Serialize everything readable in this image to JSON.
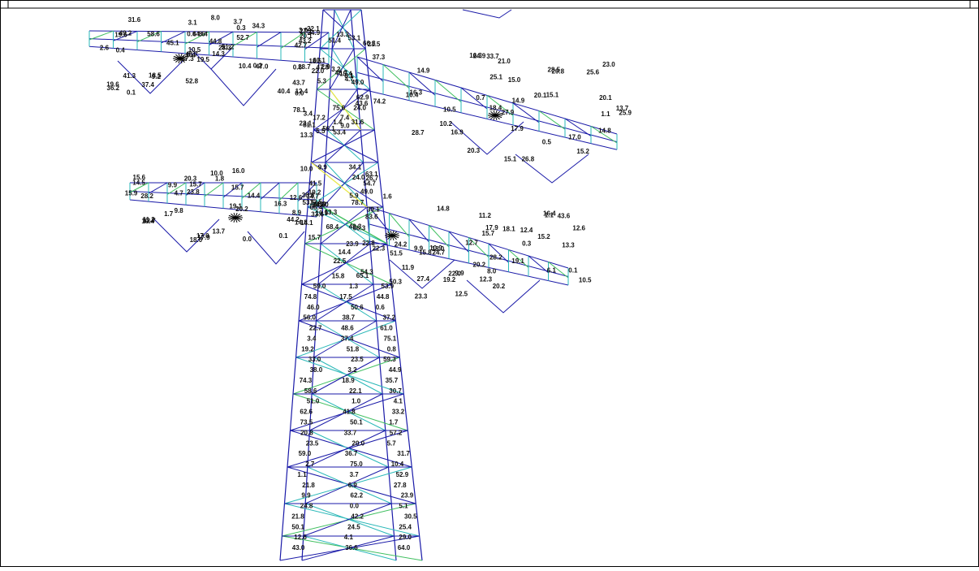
{
  "colors": {
    "tower": "#1a1aa8",
    "member_low": "#2ab8b8",
    "member_mid": "#3fbf5f",
    "member_high": "#e8e84a",
    "frame": "#000000",
    "text": "#111111"
  },
  "labels": {
    "top_left_arm": [
      "19.5",
      "19.6",
      "0.4",
      "19.6",
      "28.3",
      "9.2",
      "3.7",
      "8.4",
      "0.3",
      "14.3",
      "31.6",
      "12.4",
      "0.4",
      "3.0",
      "27.3",
      "52.7",
      "0.1",
      "0.6",
      "44.8",
      "41.3",
      "45.1",
      "36.2",
      "37.4",
      "44.6",
      "51.2",
      "47.0",
      "49.2",
      "3.1",
      "2.6",
      "10.4",
      "43.2",
      "48.7",
      "52.8",
      "10.5",
      "58.6",
      "34.3",
      "18.5",
      "40.4",
      "43.7",
      "0.2",
      "8.0"
    ],
    "top_center": [
      "2.9",
      "22.0",
      "24.0",
      "5.5",
      "0.6",
      "8.1",
      "13.3",
      "1.4",
      "4.7",
      "3.4",
      "37.3",
      "42.7",
      "43.6",
      "31.6",
      "17.2",
      "24.9",
      "27.1",
      "7.4",
      "21.5",
      "13.3",
      "5.3",
      "28.7",
      "60.1",
      "66.8",
      "22.1",
      "53.1",
      "51.4",
      "46.7",
      "78.1",
      "75.6",
      "56.1",
      "62.9",
      "47.8",
      "23.1",
      "20.1",
      "18.5",
      "0.0",
      "3.2",
      "9.0",
      "15.4",
      "81.1",
      "49.0",
      "74.2",
      "53.4"
    ],
    "top_right_arm": [
      "20.1",
      "17.9",
      "15.2",
      "26.8",
      "0.5",
      "21.0",
      "25.9",
      "15.1",
      "17.0",
      "14.9",
      "14.8",
      "16.3",
      "15.1",
      "28.5",
      "29.8",
      "10.5",
      "16.3",
      "13.7",
      "10.4",
      "10.2",
      "16.9",
      "20.3",
      "20.1",
      "25.6",
      "0.7",
      "1.1",
      "14.9",
      "15.0",
      "18.4",
      "24.9",
      "28.7",
      "27.9",
      "23.0",
      "25.1",
      "33.7"
    ],
    "mid_left_arm": [
      "10.4",
      "10.0",
      "15.7",
      "15.7",
      "16.3",
      "1.7",
      "15.7",
      "17.9",
      "12.6",
      "14.5",
      "12.7",
      "0.0",
      "4.7",
      "20.3",
      "10.9",
      "44.2",
      "9.8",
      "11.2",
      "13.3",
      "23.8",
      "20.2",
      "28.2",
      "14.8",
      "19.1",
      "14.4",
      "15.6",
      "17.0",
      "0.1",
      "13.7",
      "10.0",
      "19.2",
      "9.9",
      "15.9",
      "18.0",
      "8.9",
      "16.0",
      "1.8"
    ],
    "mid_center": [
      "78.7",
      "68.4",
      "49.0",
      "22.8",
      "24.0",
      "14.1",
      "34.1",
      "26.7",
      "12.5",
      "23.9",
      "11.9",
      "9.9",
      "50.3",
      "51.5",
      "54.3",
      "53.5",
      "63.1",
      "39.1",
      "15.8",
      "54.7",
      "22.3",
      "36.8",
      "41.8",
      "14.7",
      "66.3",
      "65.1",
      "66.4",
      "41.5",
      "45.0",
      "27.6",
      "33.6",
      "22.5",
      "49.3",
      "24.2",
      "14.4",
      "5.9",
      "1.6",
      "83.6"
    ],
    "mid_right_arm": [
      "20.2",
      "24.7",
      "17.9",
      "6.1",
      "22.0",
      "18.0",
      "16.4",
      "15.7",
      "9.9",
      "15.2",
      "15.8",
      "28.2",
      "27.4",
      "8.0",
      "1.1",
      "10.5",
      "12.6",
      "12.7",
      "0.1",
      "13.3",
      "12.3",
      "19.2",
      "19.1",
      "20.2",
      "10.9",
      "11.2",
      "18.1",
      "23.3",
      "12.4",
      "12.5",
      "9.9",
      "0.3",
      "43.6",
      "14.8"
    ],
    "tower_body": [
      "59.0",
      "1.3",
      "53.9",
      "74.8",
      "17.5",
      "44.8",
      "46.0",
      "50.6",
      "0.6",
      "56.0",
      "38.7",
      "37.2",
      "22.7",
      "48.6",
      "61.0",
      "3.4",
      "37.4",
      "75.1",
      "19.2",
      "51.8",
      "0.8",
      "33.0",
      "23.5",
      "59.3",
      "38.0",
      "3.2",
      "44.9",
      "74.3",
      "18.9",
      "35.7",
      "58.6",
      "22.1",
      "30.7",
      "51.0",
      "1.0",
      "4.1",
      "62.6",
      "41.8",
      "33.2",
      "73.5",
      "50.1",
      "1.7",
      "20.8",
      "33.7",
      "57.2",
      "23.5",
      "20.0",
      "5.7",
      "59.0",
      "36.7",
      "31.7",
      "2.7",
      "75.0",
      "10.4",
      "1.1",
      "3.7",
      "52.9",
      "21.8",
      "6.9",
      "27.8",
      "9.9",
      "62.2",
      "23.9",
      "24.8",
      "0.0",
      "5.1",
      "21.8",
      "42.2",
      "30.5",
      "50.1",
      "24.5",
      "25.4",
      "12.6",
      "4.1",
      "29.0",
      "43.0",
      "36.6",
      "64.0"
    ]
  }
}
